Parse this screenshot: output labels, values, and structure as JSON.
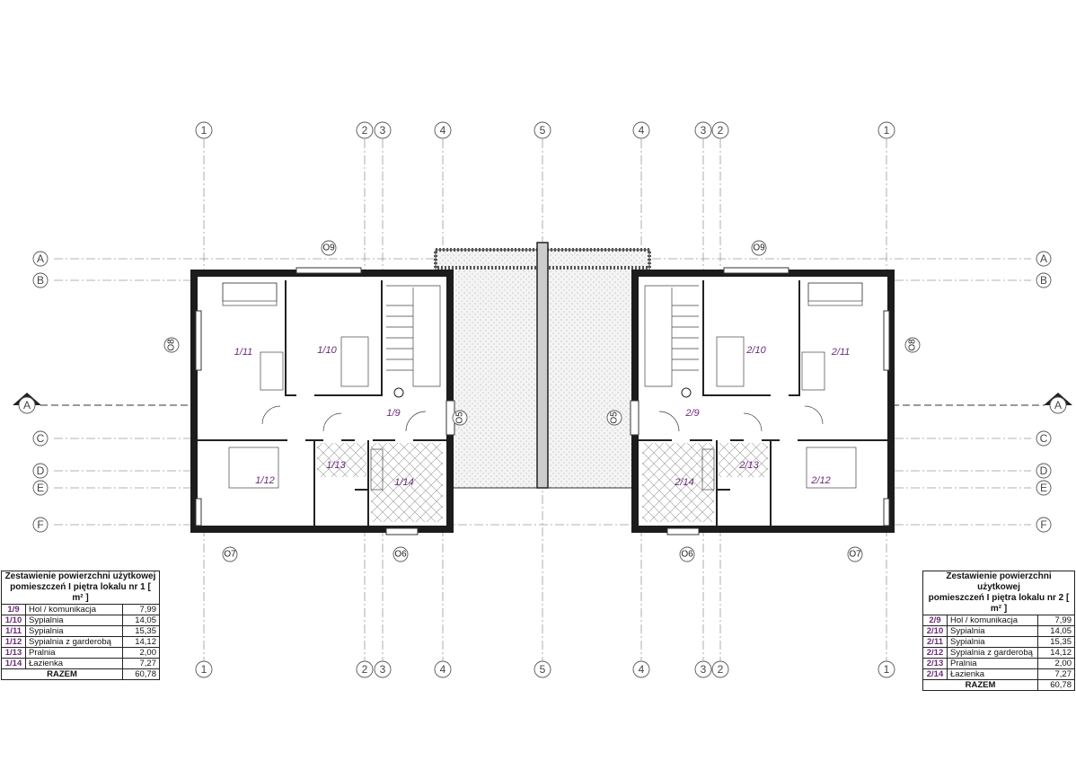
{
  "grid": {
    "columns_left": [
      "1",
      "2",
      "3",
      "4",
      "5",
      "4",
      "3",
      "2",
      "1"
    ],
    "rows": [
      "A",
      "B",
      "C",
      "D",
      "E",
      "F"
    ],
    "section": "A"
  },
  "windows": {
    "o9": "O9",
    "o8": "O8",
    "o5": "O5",
    "o7": "O7",
    "o6": "O6"
  },
  "rooms_left": {
    "r9": "1/9",
    "r10": "1/10",
    "r11": "1/11",
    "r12": "1/12",
    "r13": "1/13",
    "r14": "1/14"
  },
  "rooms_right": {
    "r9": "2/9",
    "r10": "2/10",
    "r11": "2/11",
    "r12": "2/12",
    "r13": "2/13",
    "r14": "2/14"
  },
  "table_left": {
    "title1": "Zestawienie powierzchni użytkowej",
    "title2": "pomieszczeń I piętra lokalu nr 1 [ m² ]",
    "rows": [
      {
        "code": "1/9",
        "name": "Hol / komunikacja",
        "area": "7,99"
      },
      {
        "code": "1/10",
        "name": "Sypialnia",
        "area": "14,05"
      },
      {
        "code": "1/11",
        "name": "Sypialnia",
        "area": "15,35"
      },
      {
        "code": "1/12",
        "name": "Sypialnia z garderobą",
        "area": "14,12"
      },
      {
        "code": "1/13",
        "name": "Pralnia",
        "area": "2,00"
      },
      {
        "code": "1/14",
        "name": "Łazienka",
        "area": "7,27"
      }
    ],
    "total_label": "RAZEM",
    "total": "60,78"
  },
  "table_right": {
    "title1": "Zestawienie powierzchni użytkowej",
    "title2": "pomieszczeń I piętra lokalu nr 2 [ m² ]",
    "rows": [
      {
        "code": "2/9",
        "name": "Hol / komunikacja",
        "area": "7,99"
      },
      {
        "code": "2/10",
        "name": "Sypialnia",
        "area": "14,05"
      },
      {
        "code": "2/11",
        "name": "Sypialnia",
        "area": "15,35"
      },
      {
        "code": "2/12",
        "name": "Sypialnia z garderobą",
        "area": "14,12"
      },
      {
        "code": "2/13",
        "name": "Pralnia",
        "area": "2,00"
      },
      {
        "code": "2/14",
        "name": "Łazienka",
        "area": "7,27"
      }
    ],
    "total_label": "RAZEM",
    "total": "60,78"
  }
}
